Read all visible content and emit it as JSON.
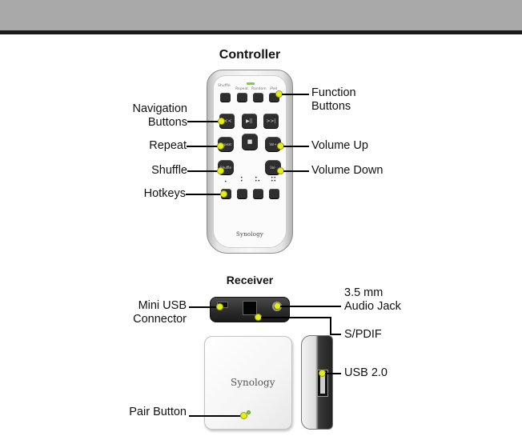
{
  "titles": {
    "controller": "Controller",
    "receiver": "Receiver"
  },
  "controller_labels": {
    "navigation_buttons": [
      "Navigation",
      "Buttons"
    ],
    "repeat": "Repeat",
    "shuffle": "Shuffle",
    "hotkeys": "Hotkeys",
    "function_buttons": [
      "Function",
      "Buttons"
    ],
    "volume_up": "Volume Up",
    "volume_down": "Volume Down"
  },
  "remote": {
    "function_keys": [
      "Shuffle",
      "Repeat",
      "Random",
      "iPod"
    ],
    "nav_keys": [
      "|<<",
      "▶||",
      ">>|"
    ],
    "stop_key": "■",
    "repeat_key": "Repeat",
    "vol_up_key": "Vol+",
    "shuffle_key": "Shuffle",
    "vol_down_key": "Vol-",
    "brand": "Synology"
  },
  "receiver_labels": {
    "mini_usb": [
      "Mini USB",
      "Connector"
    ],
    "audio_jack": [
      "3.5 mm",
      "Audio Jack"
    ],
    "spdif": "S/PDIF",
    "usb": "USB 2.0",
    "pair_button": "Pair Button"
  },
  "receiver": {
    "brand": "Synology"
  },
  "colors": {
    "header_band": "#a9a9a9",
    "header_rule": "#1a1a1a",
    "callout_dot": "#e6ee1a",
    "led_green": "#79d23a"
  }
}
